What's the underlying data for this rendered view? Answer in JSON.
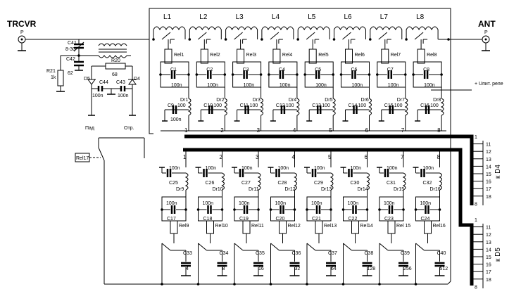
{
  "ports": {
    "trcvr": "TRCVR",
    "ant": "ANT",
    "p_left": "P",
    "p_right": "P"
  },
  "inductors": [
    "L1",
    "L2",
    "L3",
    "L4",
    "L5",
    "L6",
    "L7",
    "L8"
  ],
  "top_stages": [
    {
      "rel": "Rel1",
      "c": "C1",
      "c_val": "100n",
      "dr": "Dr1",
      "cdr": "C9",
      "cdr_val": "100",
      "cdr_val2": "100n",
      "num": "1"
    },
    {
      "rel": "Rel2",
      "c": "C2",
      "c_val": "100n",
      "dr": "Dr2",
      "cdr": "C10",
      "cdr_val": "100",
      "cdr_val2": "",
      "num": "2"
    },
    {
      "rel": "Rel3",
      "c": "C3",
      "c_val": "100n",
      "dr": "Dr3",
      "cdr": "C11",
      "cdr_val": "100",
      "cdr_val2": "",
      "num": "3"
    },
    {
      "rel": "Rel4",
      "c": "C4",
      "c_val": "100n",
      "dr": "Dr4",
      "cdr": "C12",
      "cdr_val": "100",
      "cdr_val2": "",
      "num": "4"
    },
    {
      "rel": "Rel5",
      "c": "C5",
      "c_val": "100n",
      "dr": "Dr5",
      "cdr": "C13",
      "cdr_val": "100",
      "cdr_val2": "",
      "num": "5"
    },
    {
      "rel": "Rel6",
      "c": "C6",
      "c_val": "100n",
      "dr": "Dr6",
      "cdr": "C14",
      "cdr_val": "100",
      "cdr_val2": "",
      "num": "6"
    },
    {
      "rel": "Rel7",
      "c": "C7",
      "c_val": "100n",
      "dr": "Dr7",
      "cdr": "C15",
      "cdr_val": "100",
      "cdr_val2": "",
      "num": "7"
    },
    {
      "rel": "Rel8",
      "c": "C8",
      "c_val": "100n",
      "dr": "Dr8",
      "cdr": "C16",
      "cdr_val": "100",
      "cdr_val2": "",
      "num": "8"
    }
  ],
  "bottom_stages": [
    {
      "num": "1",
      "cdr": "C25",
      "cdr_val": "100n",
      "dr": "Dr9",
      "c": "C17",
      "c_val": "100n",
      "rel": "Rel9",
      "cap": "C33",
      "cap_val": "4"
    },
    {
      "num": "2",
      "cdr": "C26",
      "cdr_val": "100n",
      "dr": "Dr10",
      "c": "C18",
      "c_val": "100n",
      "rel": "Rel10",
      "cap": "C34",
      "cap_val": "8"
    },
    {
      "num": "3",
      "cdr": "C27",
      "cdr_val": "100n",
      "dr": "Dr11",
      "c": "C19",
      "c_val": "100n",
      "rel": "Rel11",
      "cap": "C35",
      "cap_val": "16"
    },
    {
      "num": "4",
      "cdr": "C28",
      "cdr_val": "100n",
      "dr": "Dr12",
      "c": "C20",
      "c_val": "100n",
      "rel": "Rel12",
      "cap": "C36",
      "cap_val": "32"
    },
    {
      "num": "5",
      "cdr": "C29",
      "cdr_val": "100n",
      "dr": "Dr13",
      "c": "C21",
      "c_val": "100n",
      "rel": "Rel13",
      "cap": "C37",
      "cap_val": "64"
    },
    {
      "num": "6",
      "cdr": "C30",
      "cdr_val": "100n",
      "dr": "Dr14",
      "c": "C22",
      "c_val": "100n",
      "rel": "Rel14",
      "cap": "C38",
      "cap_val": "128"
    },
    {
      "num": "7",
      "cdr": "C31",
      "cdr_val": "100n",
      "dr": "Dr15",
      "c": "C23",
      "c_val": "100n",
      "rel": "Rel 15",
      "cap": "C39",
      "cap_val": "256"
    },
    {
      "num": "8",
      "cdr": "C32",
      "cdr_val": "100n",
      "dr": "Dr16",
      "c": "C24",
      "c_val": "100n",
      "rel": "Rel16",
      "cap": "C40",
      "cap_val": "512"
    }
  ],
  "meter": {
    "c41": "C41",
    "c41_val": "8-30",
    "c42": "C42",
    "c42_val": "62",
    "r20": "R20",
    "r20_val": "68",
    "r21": "R21",
    "r21_val": "1k",
    "d5": "D5",
    "d4": "D4",
    "c44": "C44",
    "c44_val": "100n",
    "c43": "C43",
    "c43_val": "100n",
    "pad": "Пад",
    "otr": "Отр."
  },
  "rel17": "Rel17",
  "supply_label": "+ Uпит. реле",
  "connectors": [
    {
      "label": "к D4",
      "pins": [
        "1",
        "11",
        "12",
        "13",
        "14",
        "15",
        "16",
        "17",
        "18",
        "8"
      ]
    },
    {
      "label": "к D5",
      "pins": [
        "1",
        "11",
        "12",
        "13",
        "14",
        "15",
        "16",
        "17",
        "18",
        "8"
      ]
    }
  ]
}
